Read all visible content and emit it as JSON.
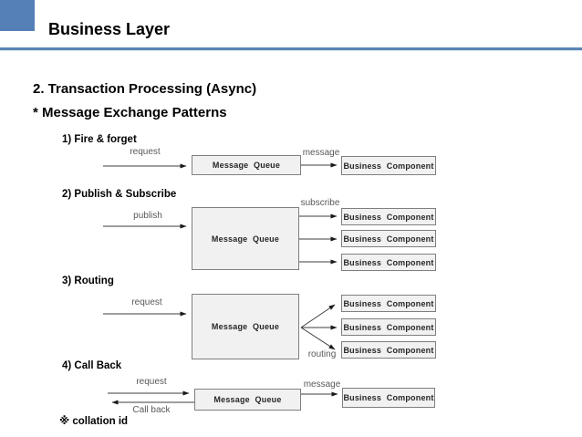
{
  "header": {
    "title": "Business Layer",
    "accent_color": "#5580b7"
  },
  "intro": {
    "line1": "2. Transaction Processing (Async)",
    "line2": "* Message Exchange Patterns"
  },
  "sections": [
    {
      "title": "1) Fire & forget",
      "in_label": "request",
      "out_label": "message",
      "queue_label": "Message Queue",
      "components": [
        "Business Component"
      ]
    },
    {
      "title": "2) Publish & Subscribe",
      "in_label": "publish",
      "out_label": "subscribe",
      "queue_label": "Message Queue",
      "components": [
        "Business Component",
        "Business Component",
        "Business Component"
      ]
    },
    {
      "title": "3) Routing",
      "in_label": "request",
      "out_label": "routing",
      "queue_label": "Message Queue",
      "components": [
        "Business Component",
        "Business Component",
        "Business Component"
      ]
    },
    {
      "title": "4) Call Back",
      "in_label": "request",
      "back_label": "Call back",
      "out_label": "message",
      "queue_label": "Message Queue",
      "components": [
        "Business Component"
      ]
    }
  ],
  "footnote": "※ collation id"
}
